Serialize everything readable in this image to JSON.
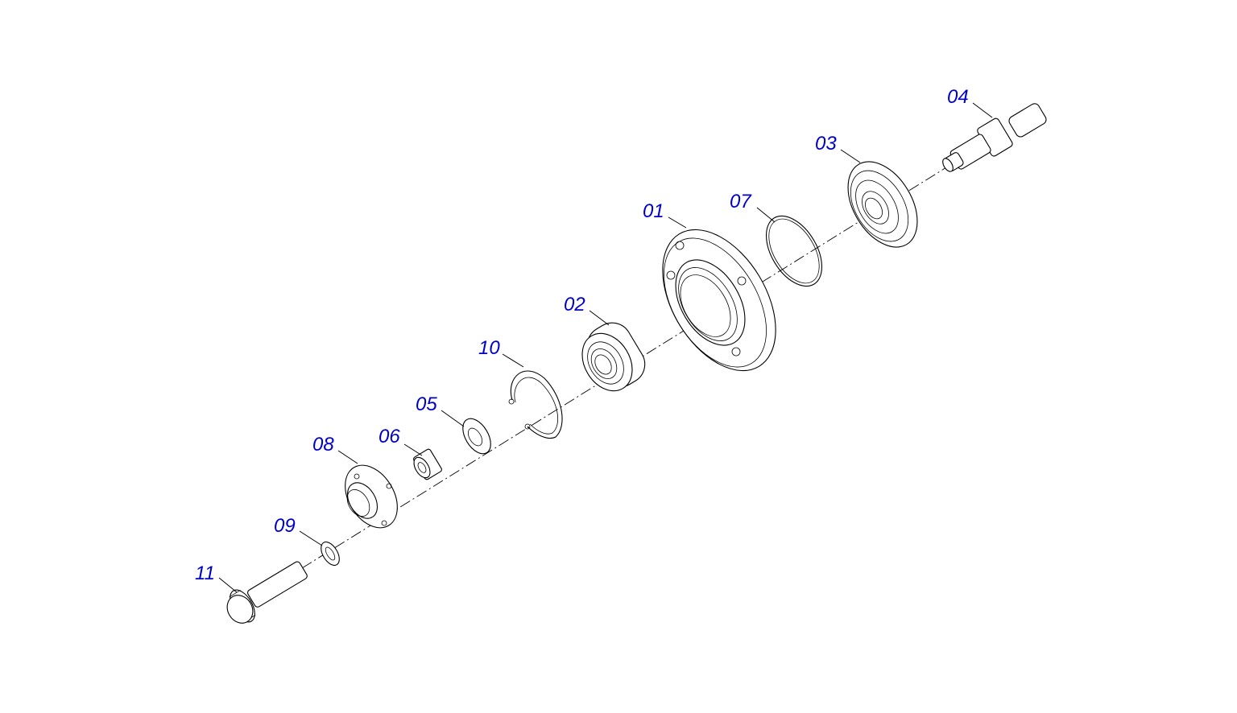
{
  "diagram": {
    "label_color": "#0000cc",
    "line_color": "#000000",
    "background": "#ffffff",
    "parts": [
      {
        "id": "01",
        "label": "01"
      },
      {
        "id": "02",
        "label": "02"
      },
      {
        "id": "03",
        "label": "03"
      },
      {
        "id": "04",
        "label": "04"
      },
      {
        "id": "05",
        "label": "05"
      },
      {
        "id": "06",
        "label": "06"
      },
      {
        "id": "07",
        "label": "07"
      },
      {
        "id": "08",
        "label": "08"
      },
      {
        "id": "09",
        "label": "09"
      },
      {
        "id": "10",
        "label": "10"
      },
      {
        "id": "11",
        "label": "11"
      }
    ]
  }
}
